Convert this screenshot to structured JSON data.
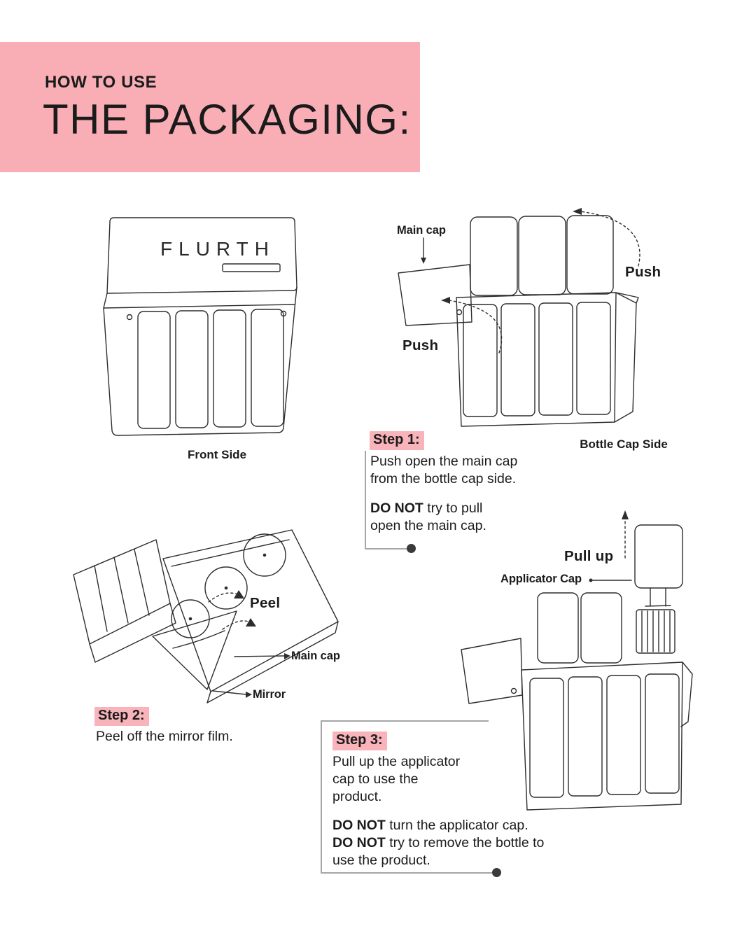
{
  "page": {
    "accent_pink": "#f9aeb6",
    "highlight_pink": "#f9b4bb",
    "line_color": "#2d2d2d",
    "connector_color": "#a6a6a6",
    "dot_color": "#3a3a3a"
  },
  "header": {
    "eyebrow": "HOW TO USE",
    "title": "THE PACKAGING:"
  },
  "diagram_front": {
    "brand": "FLURTH",
    "caption": "Front Side"
  },
  "diagram_bottle_cap": {
    "main_cap_label": "Main cap",
    "push_top_label": "Push",
    "push_left_label": "Push",
    "caption": "Bottle Cap Side"
  },
  "step1": {
    "title": "Step 1:",
    "body_lines": [
      "Push open the main cap",
      "from the bottle cap side."
    ],
    "warning": {
      "bold": "DO NOT",
      "rest": " try to pull",
      "line2": "open the main cap."
    }
  },
  "diagram_peel": {
    "peel_label": "Peel",
    "main_cap_label": "Main cap",
    "mirror_label": "Mirror"
  },
  "step2": {
    "title": "Step 2:",
    "body": "Peel off the mirror film."
  },
  "diagram_pull": {
    "pull_up_label": "Pull up",
    "applicator_cap_label": "Applicator Cap"
  },
  "step3": {
    "title": "Step 3:",
    "body_lines": [
      "Pull up the applicator",
      "cap to use the",
      "product."
    ],
    "warning1": {
      "bold": "DO NOT",
      "rest": " turn the applicator cap."
    },
    "warning2": {
      "bold": "DO NOT",
      "rest": " try to remove the bottle to",
      "line2": "use the product."
    }
  }
}
